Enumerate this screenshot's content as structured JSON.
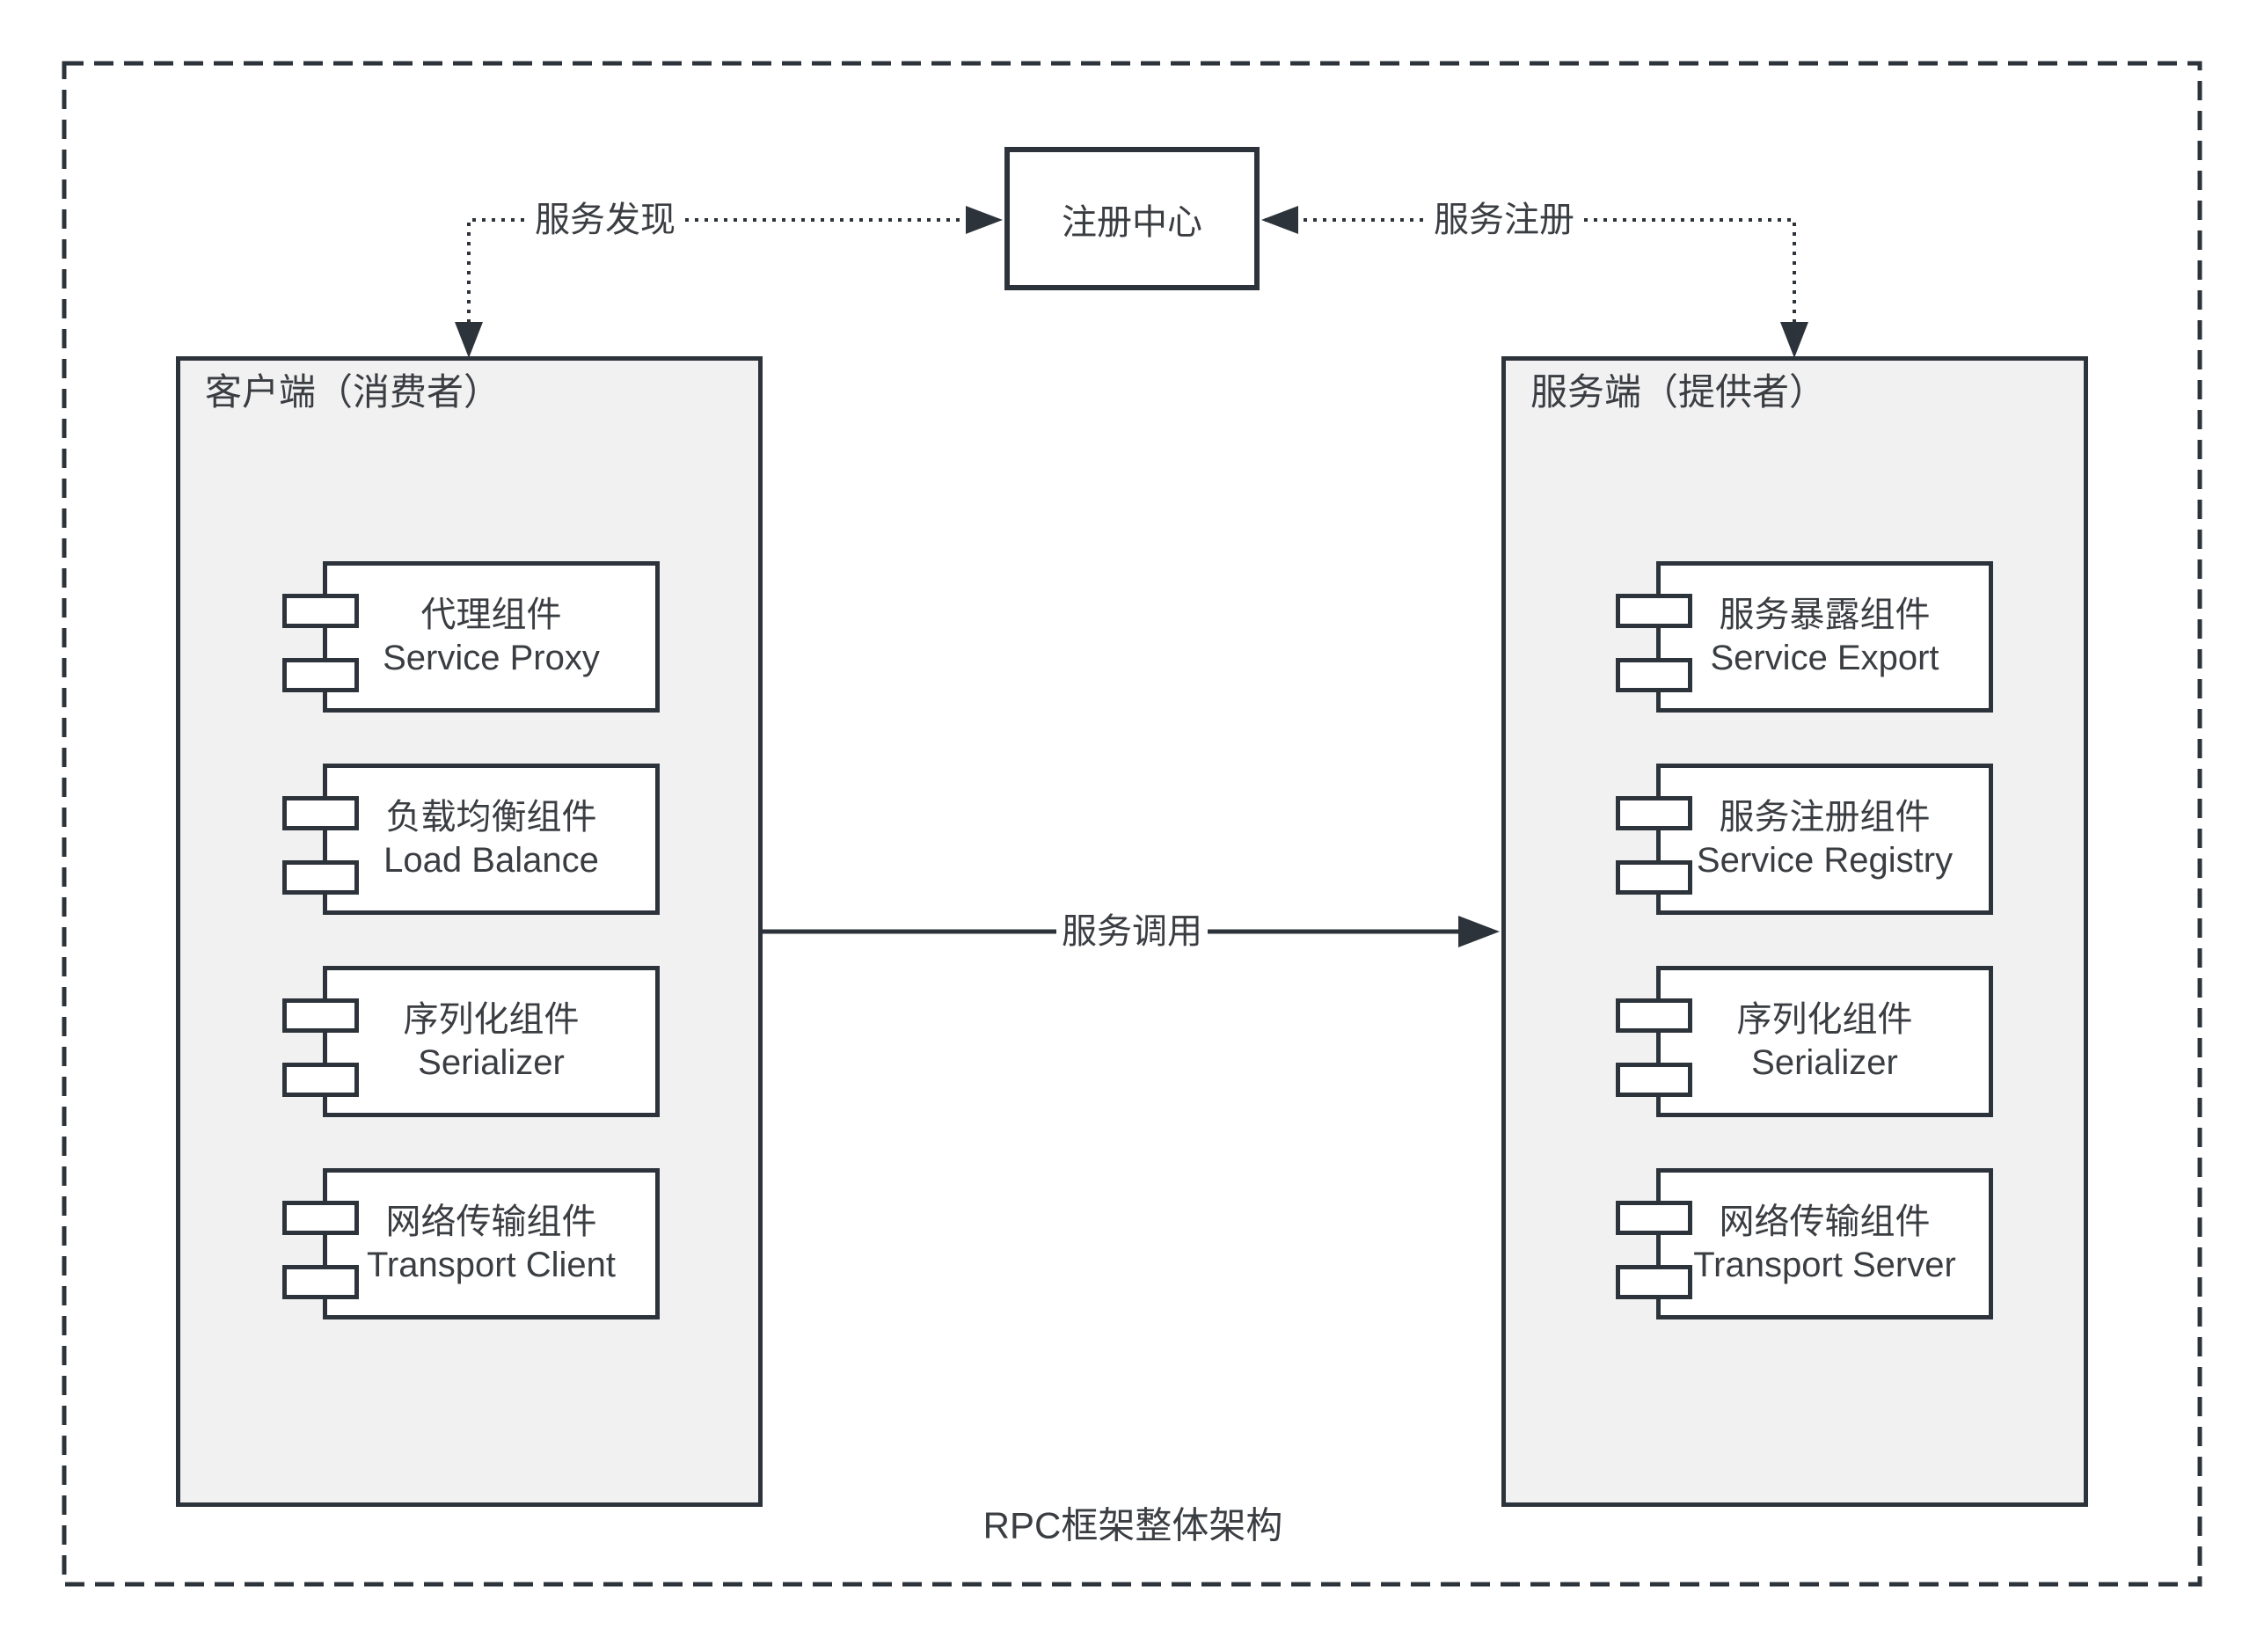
{
  "diagram": {
    "caption": "RPC框架整体架构",
    "registry": {
      "label": "注册中心"
    },
    "edges": {
      "discovery": "服务发现",
      "register": "服务注册",
      "invoke": "服务调用"
    },
    "client": {
      "title": "客户端（消费者）",
      "components": [
        {
          "zh": "代理组件",
          "en": "Service Proxy"
        },
        {
          "zh": "负载均衡组件",
          "en": "Load Balance"
        },
        {
          "zh": "序列化组件",
          "en": "Serializer"
        },
        {
          "zh": "网络传输组件",
          "en": "Transport Client"
        }
      ]
    },
    "server": {
      "title": "服务端（提供者）",
      "components": [
        {
          "zh": "服务暴露组件",
          "en": "Service Export"
        },
        {
          "zh": "服务注册组件",
          "en": "Service Registry"
        },
        {
          "zh": "序列化组件",
          "en": "Serializer"
        },
        {
          "zh": "网络传输组件",
          "en": "Transport Server"
        }
      ]
    },
    "colors": {
      "stroke": "#2d333a",
      "container_fill": "#f1f1f2",
      "shape_fill": "#ffffff",
      "text": "#3a3d41"
    }
  }
}
